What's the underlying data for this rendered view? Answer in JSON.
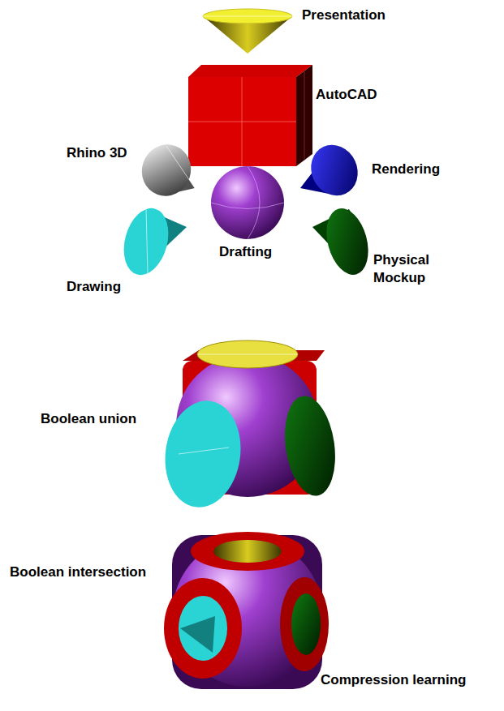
{
  "diagram": {
    "labels": [
      "Presentation",
      "AutoCAD",
      "Rhino 3D",
      "Rendering",
      "Drafting",
      "Drawing",
      "Physical Mockup",
      "Boolean union",
      "Boolean intersection",
      "Compression learning"
    ]
  }
}
